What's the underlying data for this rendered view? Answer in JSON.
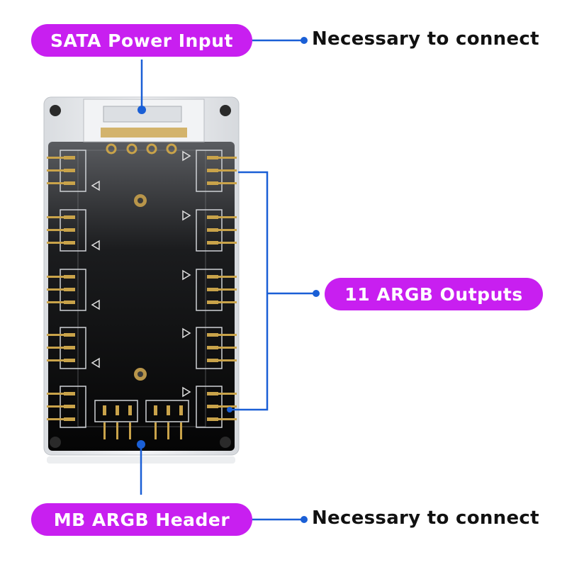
{
  "labels": {
    "sata_power": "SATA Power Input",
    "mb_header": "MB ARGB Header",
    "outputs": "11 ARGB Outputs"
  },
  "notes": {
    "top": "Necessary to connect",
    "bottom": "Necessary to connect"
  },
  "colors": {
    "pill": "#c81ff0",
    "callout_line": "#1a5fd6",
    "pcb": "#0c0c0c",
    "case": "#e8eaed",
    "pin": "#c9a34a"
  },
  "board": {
    "left_output_ports": 5,
    "right_output_ports": 5,
    "bottom_ports": 2
  }
}
